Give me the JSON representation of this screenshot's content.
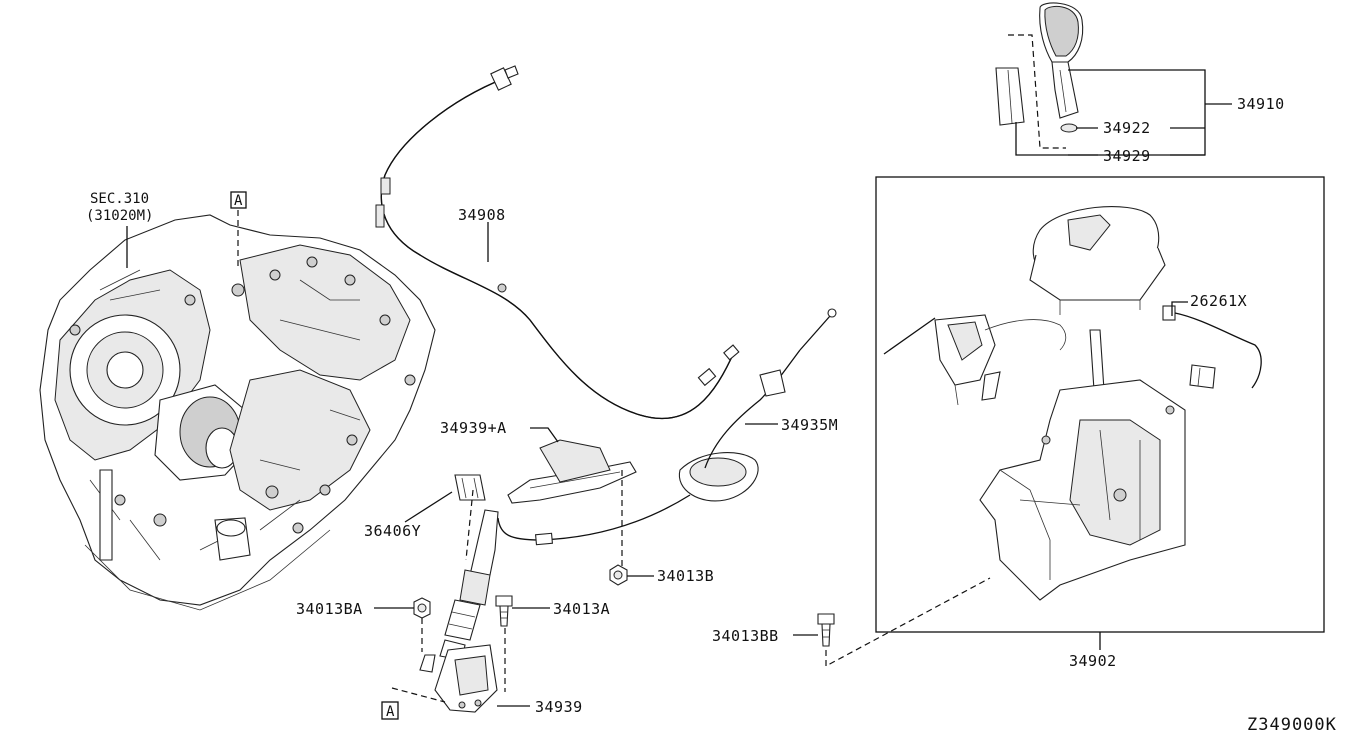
{
  "diagram": {
    "id": "Z349000K",
    "section_ref": {
      "line1": "SEC.310",
      "line2": "(31020M)"
    },
    "ref_marker": "A",
    "parts": {
      "p34910": "34910",
      "p34922": "34922",
      "p34929": "34929",
      "p34908": "34908",
      "p26261X": "26261X",
      "p34939A": "34939+A",
      "p34935M": "34935M",
      "p36406Y": "36406Y",
      "p34013B": "34013B",
      "p34013BA": "34013BA",
      "p34013A": "34013A",
      "p34013BB": "34013BB",
      "p34902": "34902",
      "p34939": "34939"
    }
  }
}
